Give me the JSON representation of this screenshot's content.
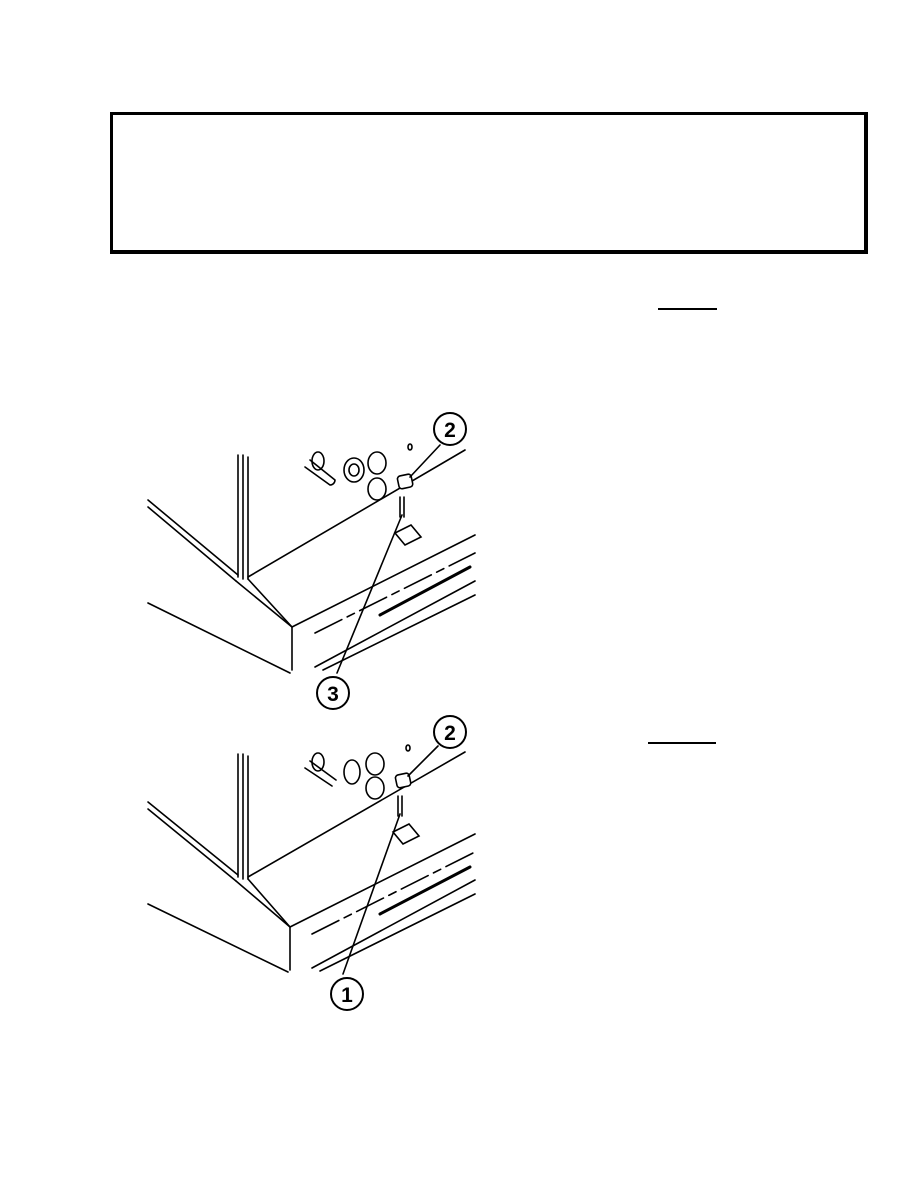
{
  "figures": [
    {
      "callouts": [
        "2",
        "3"
      ]
    },
    {
      "callouts": [
        "2",
        "1"
      ]
    }
  ]
}
